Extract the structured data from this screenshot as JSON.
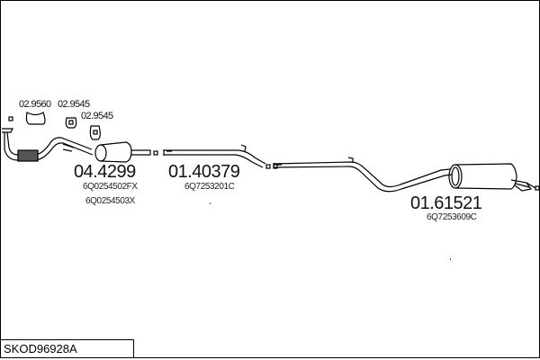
{
  "diagram_code": "SKOD96928A",
  "clamps": [
    "02.9560",
    "02.9545",
    "02.9545"
  ],
  "parts": [
    {
      "number": "04.4299",
      "oe": [
        "6Q0254502FX",
        "6Q0254503X"
      ]
    },
    {
      "number": "01.40379",
      "oe": [
        "6Q7253201C"
      ]
    },
    {
      "number": "01.61521",
      "oe": [
        "6Q7253609C"
      ]
    }
  ]
}
